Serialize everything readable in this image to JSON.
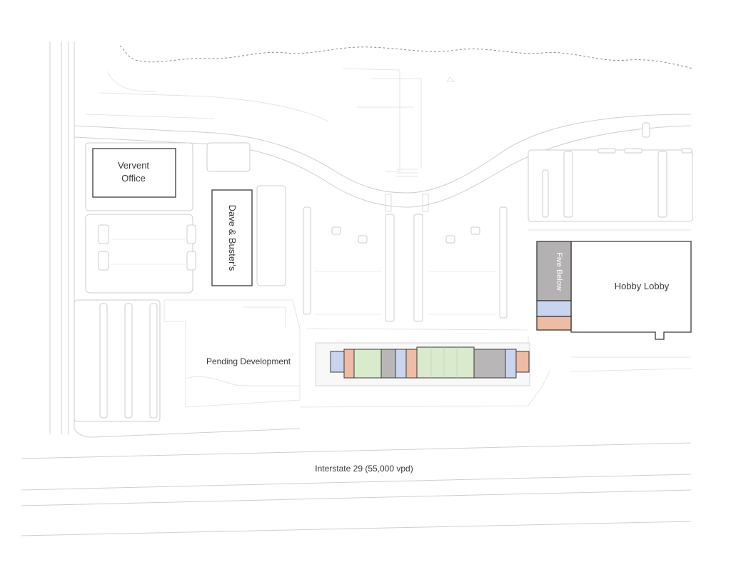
{
  "labels": {
    "vervent_line1": "Vervent",
    "vervent_line2": "Office",
    "dave_busters": "Dave & Buster's",
    "five_below": "Five Below",
    "hobby_lobby": "Hobby Lobby",
    "pending_development": "Pending Development",
    "interstate": "Interstate 29 (55,000 vpd)"
  },
  "colors": {
    "background": "#ffffff",
    "building_outline": "#3a3a3a",
    "road_line": "#cfcfcf",
    "tenant_blue": "#c9d4ee",
    "tenant_salmon": "#eebba5",
    "tenant_green": "#d9eacd",
    "tenant_gray": "#b8b6b6",
    "five_below_fill": "#b3b1b1"
  }
}
